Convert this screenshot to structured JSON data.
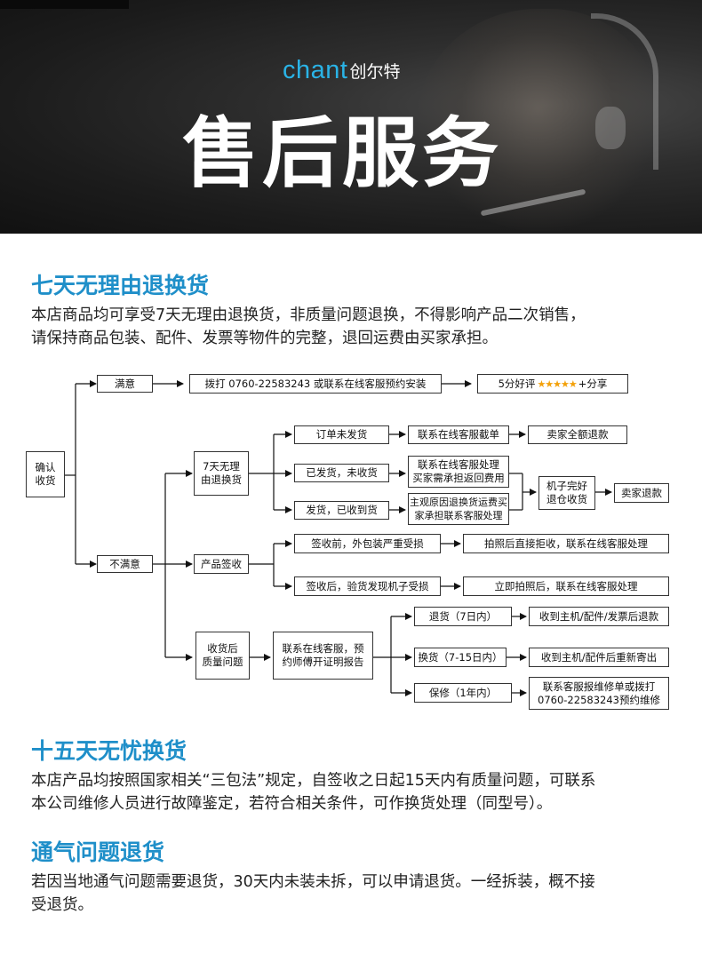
{
  "hero": {
    "brand_en": "chant",
    "brand_cn": "创尔特",
    "title": "售后服务"
  },
  "sections": [
    {
      "title": "七天无理由退换货",
      "lines": [
        "本店商品均可享受7天无理由退换货，非质量问题退换，不得影响产品二次销售，",
        "请保持商品包装、配件、发票等物件的完整，退回运费由买家承担。"
      ]
    },
    {
      "title": "十五天无忧换货",
      "lines": [
        "本店产品均按照国家相关“三包法”规定，自签收之日起15天内有质量问题，可联系",
        "本公司维修人员进行故障鉴定，若符合相关条件，可作换货处理（同型号）。"
      ]
    },
    {
      "title": "通气问题退货",
      "lines": [
        "若因当地通气问题需要退货，30天内未装未拆，可以申请退货。一经拆装，概不接",
        "受退货。"
      ]
    }
  ],
  "flow": {
    "confirm": [
      "确认",
      "收货"
    ],
    "satisfied": "满意",
    "unsatisfied": "不满意",
    "call": "拨打 0760-22583243 或联系在线客服预约安装",
    "review_pre": "5分好评",
    "review_stars": "★★★★★",
    "review_post": "+分享",
    "seven_day": [
      "7天无理",
      "由退换货"
    ],
    "not_shipped": "订单未发货",
    "contact_intercept": "联系在线客服截单",
    "seller_full_refund": "卖家全额退款",
    "shipped_not_received": "已发货，未收货",
    "contact_handle": [
      "联系在线客服处理",
      "买家需承担返回费用"
    ],
    "shipped_received": "发货，已收到货",
    "subjective": [
      "主观原因退换货运费买",
      "家承担联系客服处理"
    ],
    "machine_ok": [
      "机子完好",
      "退仓收货"
    ],
    "seller_refund": "卖家退款",
    "product_sign": "产品签收",
    "before_sign": "签收前，外包装严重受损",
    "reject_photo": "拍照后直接拒收，联系在线客服处理",
    "after_sign": "签收后，验货发现机子受损",
    "photo_contact": "立即拍照后，联系在线客服处理",
    "quality": [
      "收货后",
      "质量问题"
    ],
    "contact_repair": [
      "联系在线客服，预",
      "约师傅开证明报告"
    ],
    "return7": "退货（7日内）",
    "return7_action": "收到主机/配件/发票后退款",
    "exchange": "换货（7-15日内）",
    "exchange_action": "收到主机/配件后重新寄出",
    "repair": "保修（1年内）",
    "repair_action": [
      "联系客服报维修单或拨打",
      "0760-22583243预约维修"
    ]
  }
}
